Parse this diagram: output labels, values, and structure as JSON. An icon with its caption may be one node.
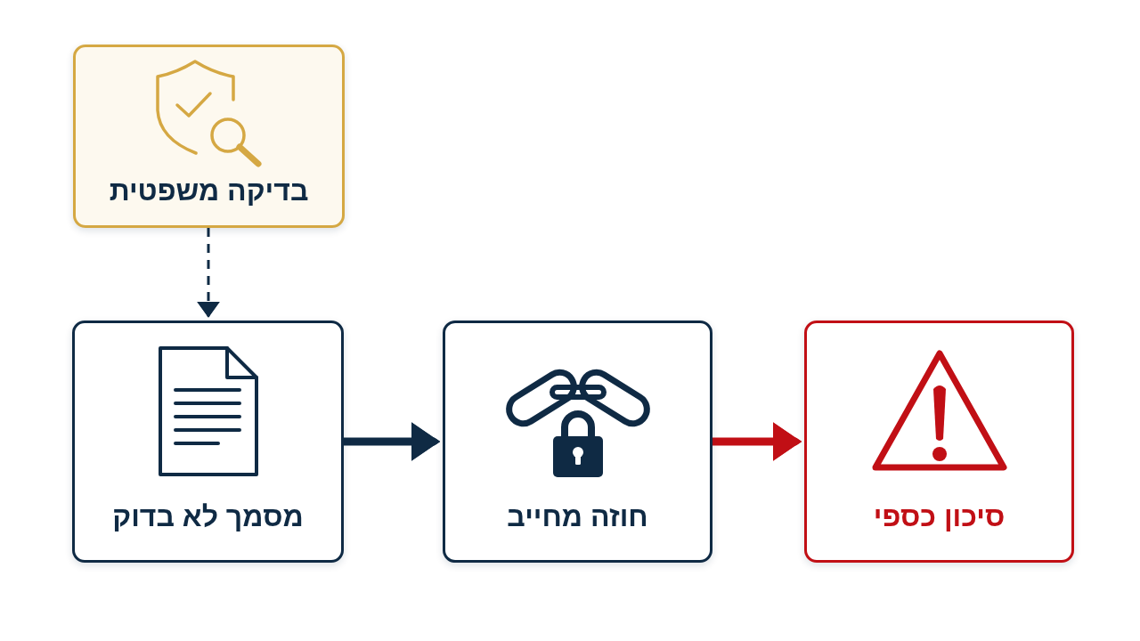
{
  "diagram": {
    "nodes": [
      {
        "text": [
          "בדיקה משפטית"
        ]
      },
      {
        "text": [
          "מסמך לא בדוק"
        ]
      },
      {
        "text": [
          "חוזה מחייב"
        ]
      },
      {
        "text": [
          "סיכון כספי"
        ]
      }
    ],
    "edges": [
      {
        "from": 0,
        "to": 1,
        "arrow": "to",
        "style": "dashed"
      },
      {
        "from": 1,
        "to": 2,
        "arrow": "to"
      },
      {
        "from": 2,
        "to": 3,
        "arrow": "to",
        "color": "#c10f15"
      }
    ]
  }
}
